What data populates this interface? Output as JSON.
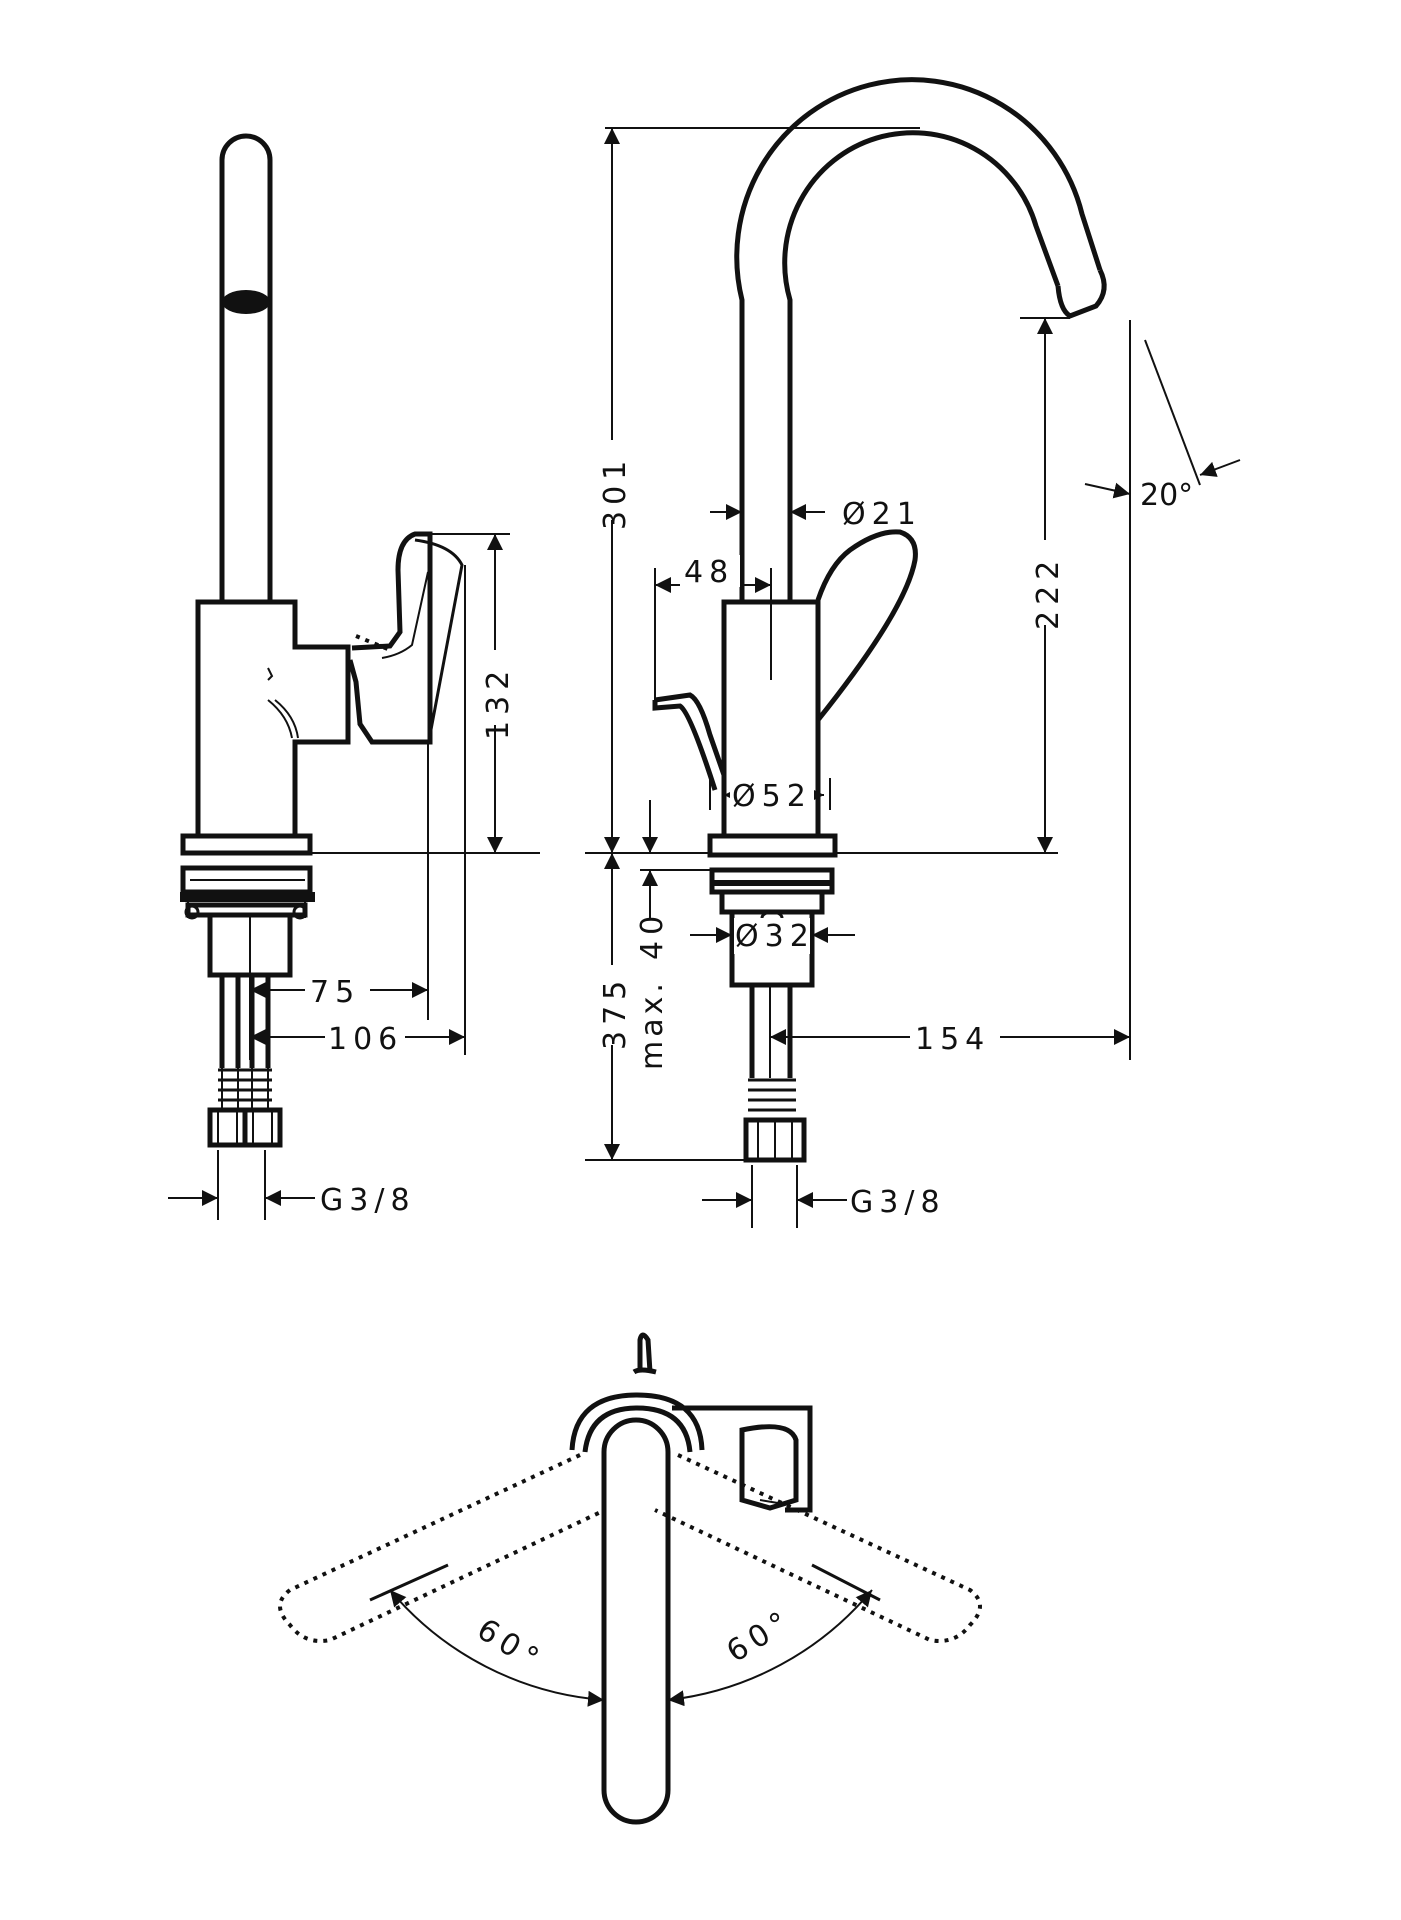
{
  "dimensions": {
    "height_total": "301",
    "spout_height": "222",
    "handle_height": "132",
    "angle_spout": "20°",
    "spout_diameter": "Ø21",
    "body_diameter": "Ø52",
    "shank_diameter": "Ø32",
    "lever_offset": "48",
    "reach": "154",
    "depth_75": "75",
    "depth_106": "106",
    "below_deck": "375",
    "max_thickness": "40",
    "max_label": "max.",
    "thread_left": "G3/8",
    "thread_right": "G3/8",
    "swivel_left": "60°",
    "swivel_right": "60°"
  }
}
